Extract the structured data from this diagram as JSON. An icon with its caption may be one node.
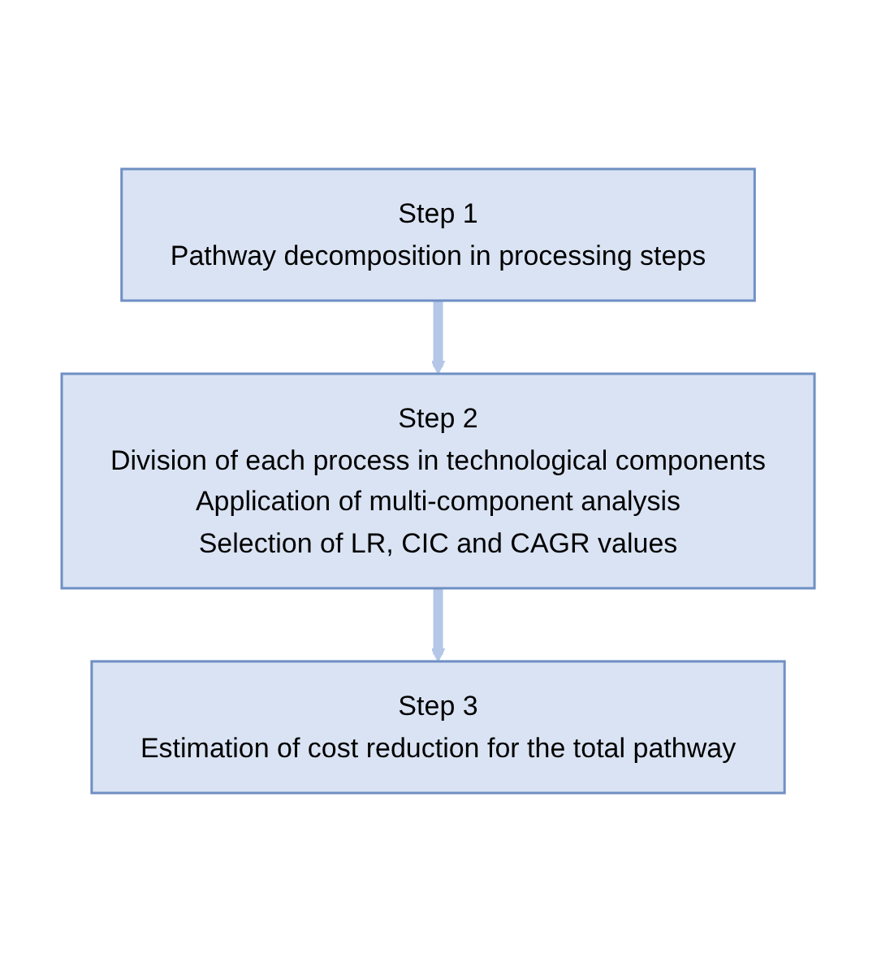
{
  "diagram": {
    "nodes": [
      {
        "text": [
          "Step 1",
          "Pathway decomposition in processing steps"
        ]
      },
      {
        "text": [
          "Step 2",
          "Division of each process in technological components",
          "Application of multi-component analysis",
          "Selection of LR, CIC and CAGR values"
        ]
      },
      {
        "text": [
          "Step 3",
          "Estimation of cost reduction for the total pathway"
        ]
      }
    ],
    "edges": [
      {
        "from": 0,
        "to": 1,
        "arrow": "to"
      },
      {
        "from": 1,
        "to": 2,
        "arrow": "to"
      }
    ]
  }
}
